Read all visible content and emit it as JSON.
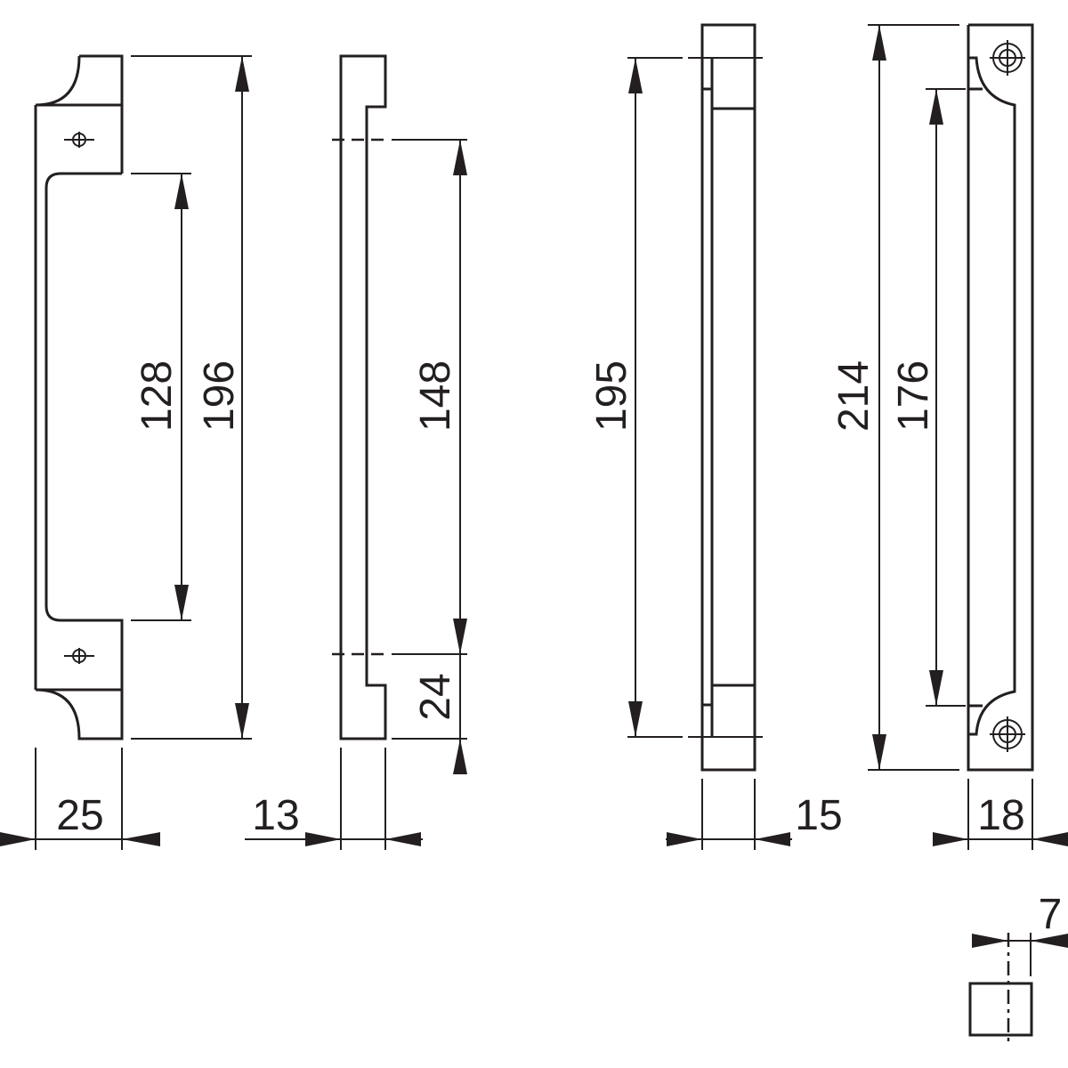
{
  "drawing": {
    "line_color": "#231f20",
    "front_view": {
      "overall_height": "196",
      "opening_height": "128",
      "width": "25"
    },
    "side_view": {
      "opening_height": "148",
      "bottom_offset": "24",
      "thickness": "13"
    },
    "edge_view": {
      "length": "195",
      "width": "15"
    },
    "rear_view": {
      "overall_length": "214",
      "hole_spacing": "176",
      "width": "18"
    },
    "detail_view": {
      "offset": "7"
    }
  }
}
